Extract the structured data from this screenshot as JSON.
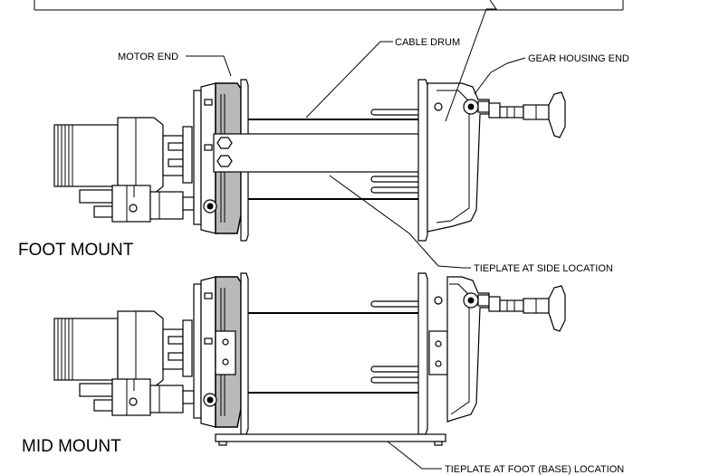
{
  "labels": {
    "motor_end": "MOTOR END",
    "cable_drum": "CABLE DRUM",
    "gear_housing_end": "GEAR HOUSING END",
    "tieplate_side": "TIEPLATE AT SIDE LOCATION",
    "tieplate_foot": "TIEPLATE AT FOOT (BASE) LOCATION"
  },
  "views": {
    "foot_mount": "FOOT MOUNT",
    "mid_mount": "MID MOUNT"
  }
}
